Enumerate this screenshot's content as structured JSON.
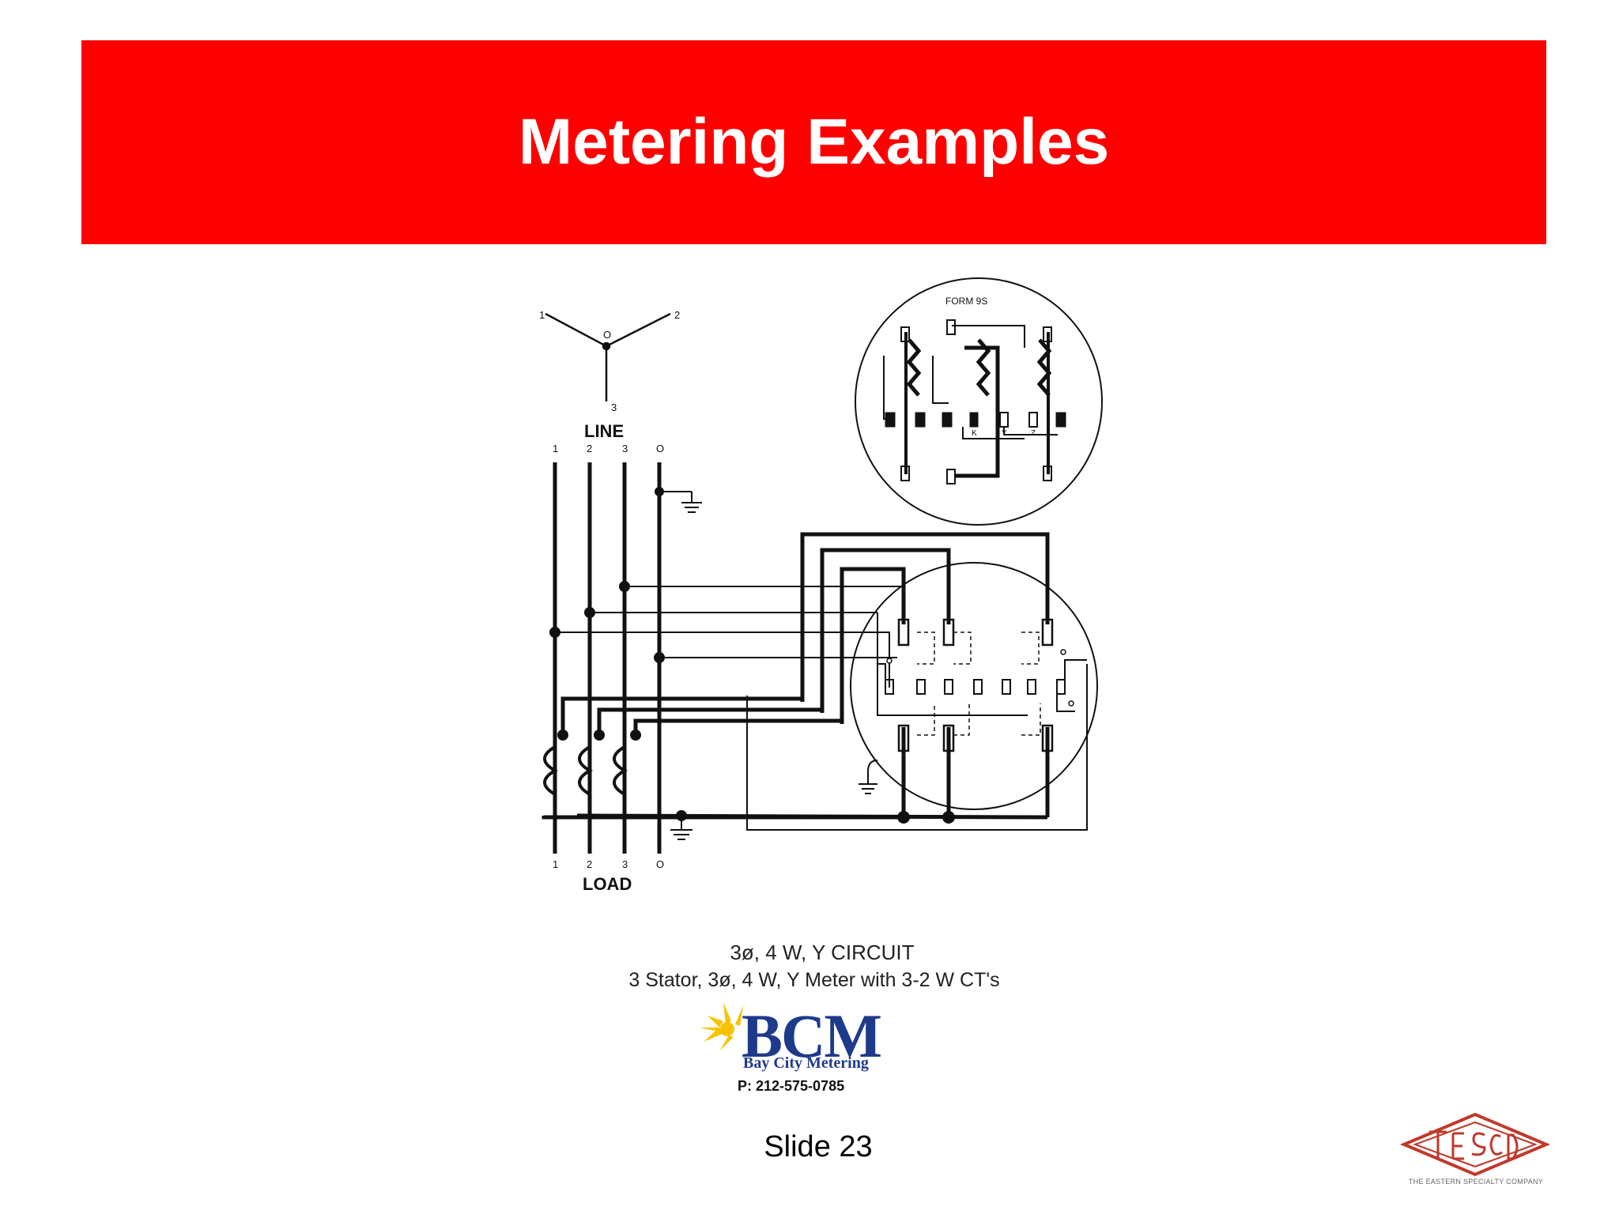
{
  "slide": {
    "title": "Metering Examples",
    "number_label": "Slide 23",
    "title_bg_color": "#ff0000"
  },
  "diagram": {
    "wye_labels": {
      "phase1": "1",
      "phase2": "2",
      "neutral": "O",
      "phase3": "3"
    },
    "line_label": "LINE",
    "load_label": "LOAD",
    "conductor_labels": [
      "1",
      "2",
      "3",
      "O"
    ],
    "inset_title": "FORM 9S",
    "inset_terminal_labels": [
      "K",
      "Y",
      "Z"
    ],
    "captions": {
      "circuit": "3ø, 4 W, Y CIRCUIT",
      "meter": "3 Stator, 3ø, 4 W, Y Meter with 3-2 W CT's"
    }
  },
  "bcm_logo": {
    "name": "BCM",
    "subtitle": "Bay City Metering",
    "phone": "P: 212-575-0785",
    "color": "#1e3a8a",
    "sun_color": "#f5c400"
  },
  "tesco_logo": {
    "mark": "TESCO",
    "caption": "THE EASTERN SPECIALTY COMPANY",
    "color": "#c0392b"
  }
}
